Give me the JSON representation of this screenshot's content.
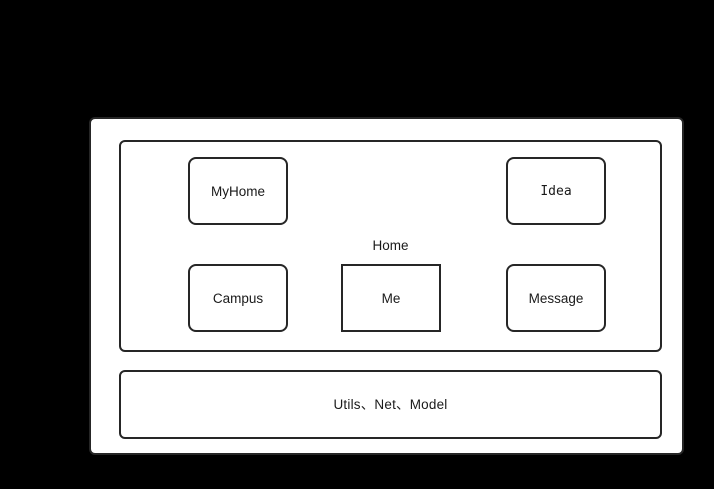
{
  "diagram": {
    "background_color": "#000000",
    "panel_color": "#ffffff",
    "border_color": "#262626",
    "text_color": "#1a1a1a"
  },
  "app_panel": {
    "name": "application-panel"
  },
  "home_group": {
    "label": "Home",
    "cards": [
      {
        "id": "myhome",
        "label": "MyHome",
        "column": 1,
        "row": 1,
        "corners": "rounded",
        "font": "sans"
      },
      {
        "id": "idea",
        "label": "Idea",
        "column": 3,
        "row": 1,
        "corners": "rounded",
        "font": "mono"
      },
      {
        "id": "campus",
        "label": "Campus",
        "column": 1,
        "row": 2,
        "corners": "rounded",
        "font": "sans"
      },
      {
        "id": "me",
        "label": "Me",
        "column": 2,
        "row": 2,
        "corners": "square",
        "font": "sans"
      },
      {
        "id": "message",
        "label": "Message",
        "column": 3,
        "row": 2,
        "corners": "rounded",
        "font": "sans"
      }
    ]
  },
  "utils_group": {
    "label": "Utils、Net、Model"
  }
}
